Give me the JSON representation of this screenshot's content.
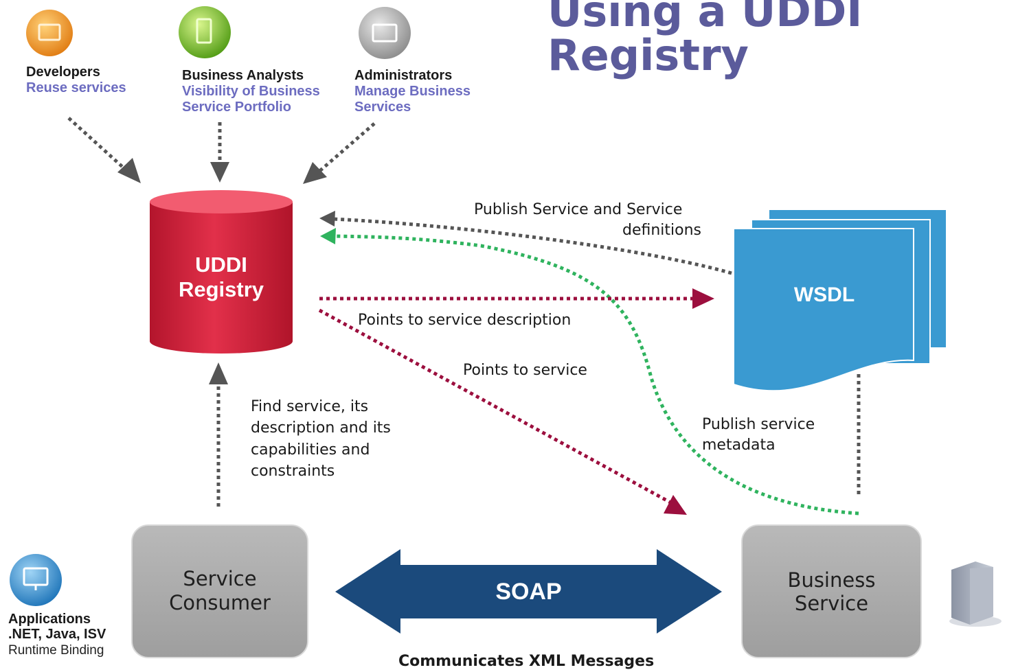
{
  "title": [
    "Using a UDDI",
    "Registry"
  ],
  "roles": [
    {
      "name": "Developers",
      "desc": [
        "Reuse services"
      ],
      "icon": "developer-icon",
      "color": "#f39a2a"
    },
    {
      "name": "Business Analysts",
      "desc": [
        "Visibility of Business",
        "Service Portfolio"
      ],
      "icon": "analyst-icon",
      "color": "#7cc41f"
    },
    {
      "name": "Administrators",
      "desc": [
        "Manage Business",
        "Services"
      ],
      "icon": "administrator-icon",
      "color": "#a7a7a7"
    }
  ],
  "registry": {
    "lines": [
      "UDDI",
      "Registry"
    ],
    "color": "#d8233a"
  },
  "wsdl": {
    "label": "WSDL",
    "color": "#3a9ad1"
  },
  "consumer": {
    "lines": [
      "Service",
      "Consumer"
    ]
  },
  "business": {
    "lines": [
      "Business",
      "Service"
    ]
  },
  "soap": {
    "label": "SOAP",
    "color": "#1b4a7c"
  },
  "applications": {
    "lines": [
      "Applications",
      ".NET, Java, ISV",
      "Runtime Binding"
    ],
    "icon": "application-icon"
  },
  "server_icon": "server-icon",
  "labels": {
    "publish_definitions": [
      "Publish Service and Service",
      "definitions"
    ],
    "points_description": "Points to service description",
    "points_service": "Points to service",
    "find_service": [
      "Find service, its",
      "description and its",
      "capabilities and",
      "constraints"
    ],
    "publish_metadata": [
      "Publish service",
      "metadata"
    ],
    "communicates": "Communicates XML Messages"
  },
  "colors": {
    "gray_arrow": "#555555",
    "maroon_arrow": "#9c0f3e",
    "green_arrow": "#2fb35e"
  }
}
